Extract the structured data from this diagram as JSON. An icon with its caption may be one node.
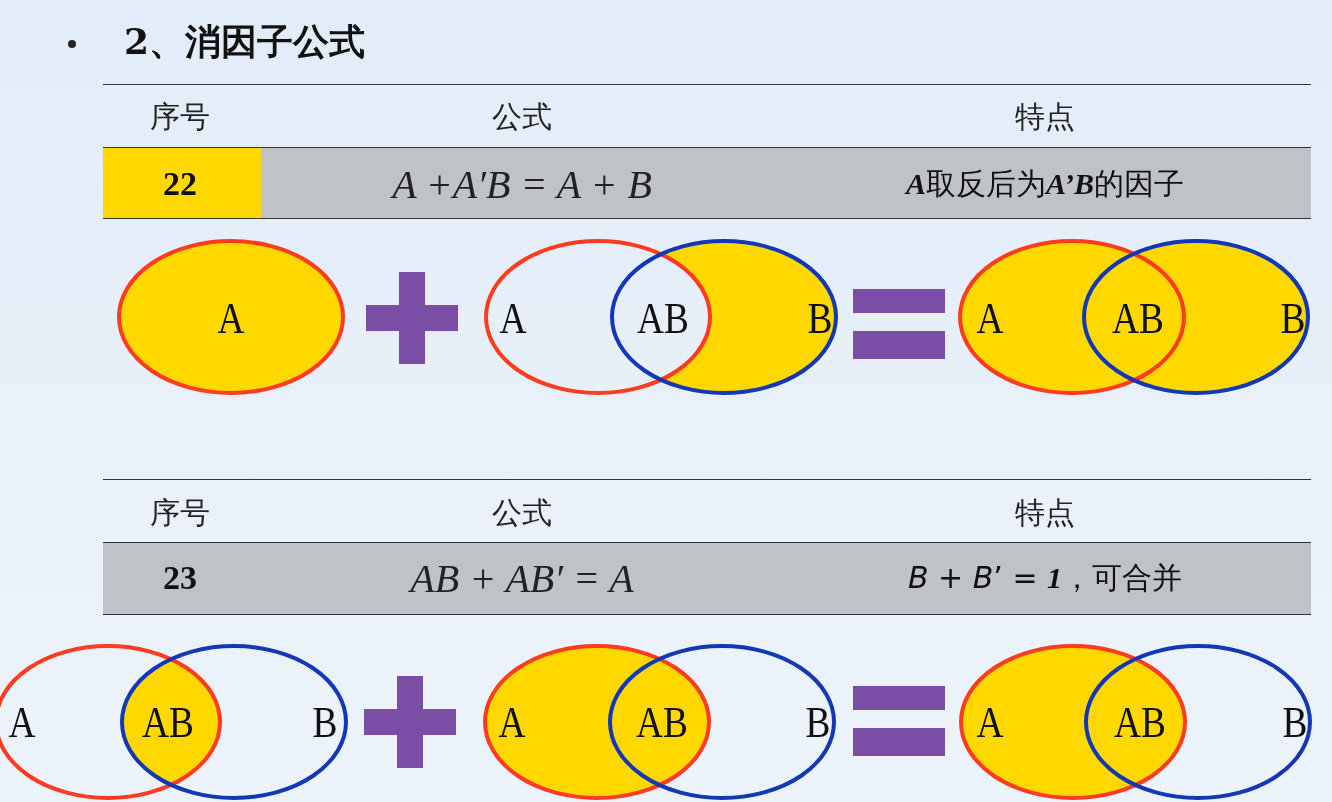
{
  "diagram": {
    "title": "2、消因子公式",
    "labels": [
      "序号",
      "公式",
      "特点",
      "22",
      "A +A′B = A + B",
      "**A**取反后为**A’B**的因子",
      "A",
      "A",
      "AB",
      "B",
      "A",
      "AB",
      "B",
      "序号",
      "公式",
      "特点",
      "23",
      "AB + AB′ = A",
      "*B* + *B*’ = **1**，可合并",
      "A",
      "AB",
      "B",
      "A",
      "AB",
      "B",
      "A",
      "AB",
      "B"
    ]
  }
}
